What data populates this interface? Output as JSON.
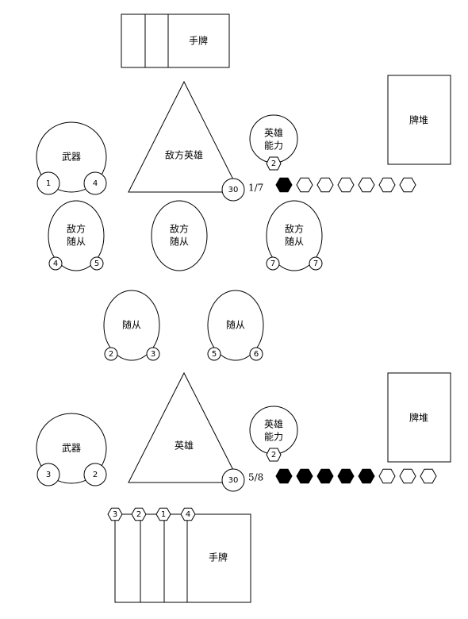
{
  "enemy": {
    "hand_label": "手牌",
    "deck_label": "牌堆",
    "hero_label": "敌方英雄",
    "hero_health": "30",
    "power_label_line1": "英雄",
    "power_label_line2": "能力",
    "power_cost": "2",
    "mana_text": "1/7",
    "mana_crystals": [
      true,
      false,
      false,
      false,
      false,
      false,
      false
    ],
    "weapon": {
      "label": "武器",
      "attack": "1",
      "durability": "4"
    },
    "minions": [
      {
        "line1": "敌方",
        "line2": "随从",
        "attack": "4",
        "health": "5"
      },
      {
        "line1": "敌方",
        "line2": "随从",
        "attack": null,
        "health": null
      },
      {
        "line1": "敌方",
        "line2": "随从",
        "attack": "7",
        "health": "7"
      }
    ]
  },
  "player": {
    "hand_label": "手牌",
    "hand_costs": [
      "3",
      "2",
      "1",
      "4"
    ],
    "deck_label": "牌堆",
    "hero_label": "英雄",
    "hero_health": "30",
    "power_label_line1": "英雄",
    "power_label_line2": "能力",
    "power_cost": "2",
    "mana_text": "5/8",
    "mana_crystals": [
      true,
      true,
      true,
      true,
      true,
      false,
      false,
      false
    ],
    "weapon": {
      "label": "武器",
      "attack": "3",
      "durability": "2"
    },
    "minions": [
      {
        "line1": "随从",
        "attack": "2",
        "health": "3"
      },
      {
        "line1": "随从",
        "attack": "5",
        "health": "6"
      }
    ]
  }
}
